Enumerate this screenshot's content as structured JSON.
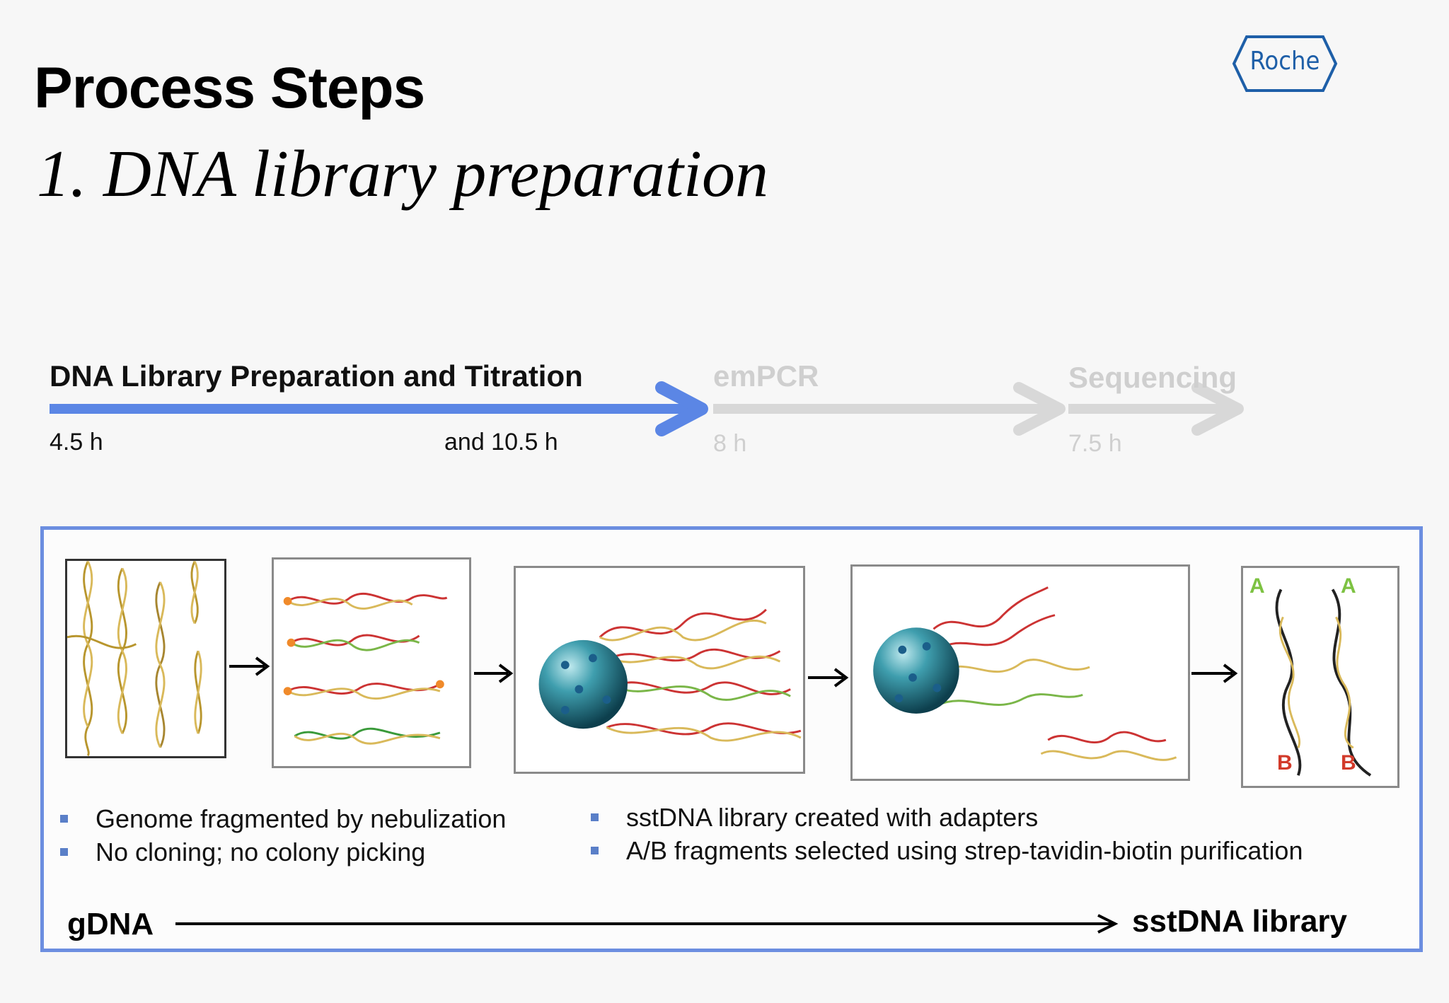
{
  "header": {
    "title": "Process Steps",
    "subtitle": "1. DNA library preparation"
  },
  "logo": {
    "text": "Roche",
    "color": "#1e5fa8"
  },
  "process": {
    "steps": [
      {
        "label": "DNA Library Preparation and Titration",
        "time_start": "4.5 h",
        "time_end": "and 10.5 h",
        "state": "active"
      },
      {
        "label": "emPCR",
        "time": "8 h",
        "state": "inactive"
      },
      {
        "label": "Sequencing",
        "time": "7.5 h",
        "state": "inactive"
      }
    ],
    "colors": {
      "active": "#5b86e5",
      "inactive": "#d8d8d8"
    }
  },
  "workflow": {
    "panels": [
      {
        "name": "genomic-dna-strands"
      },
      {
        "name": "fragments-with-adapters"
      },
      {
        "name": "bead-with-dsdna"
      },
      {
        "name": "bead-with-ssdna"
      },
      {
        "name": "ab-fragments",
        "labels": [
          "A",
          "A",
          "B",
          "B"
        ]
      }
    ],
    "bullets_left": [
      "Genome fragmented by nebulization",
      "No cloning; no colony picking"
    ],
    "bullets_right": [
      "sstDNA library created with adapters",
      "A/B fragments selected using strep-tavidin-biotin purification"
    ],
    "start_label": "gDNA",
    "end_label": "sstDNA library",
    "border_color": "#6c8ee0"
  }
}
